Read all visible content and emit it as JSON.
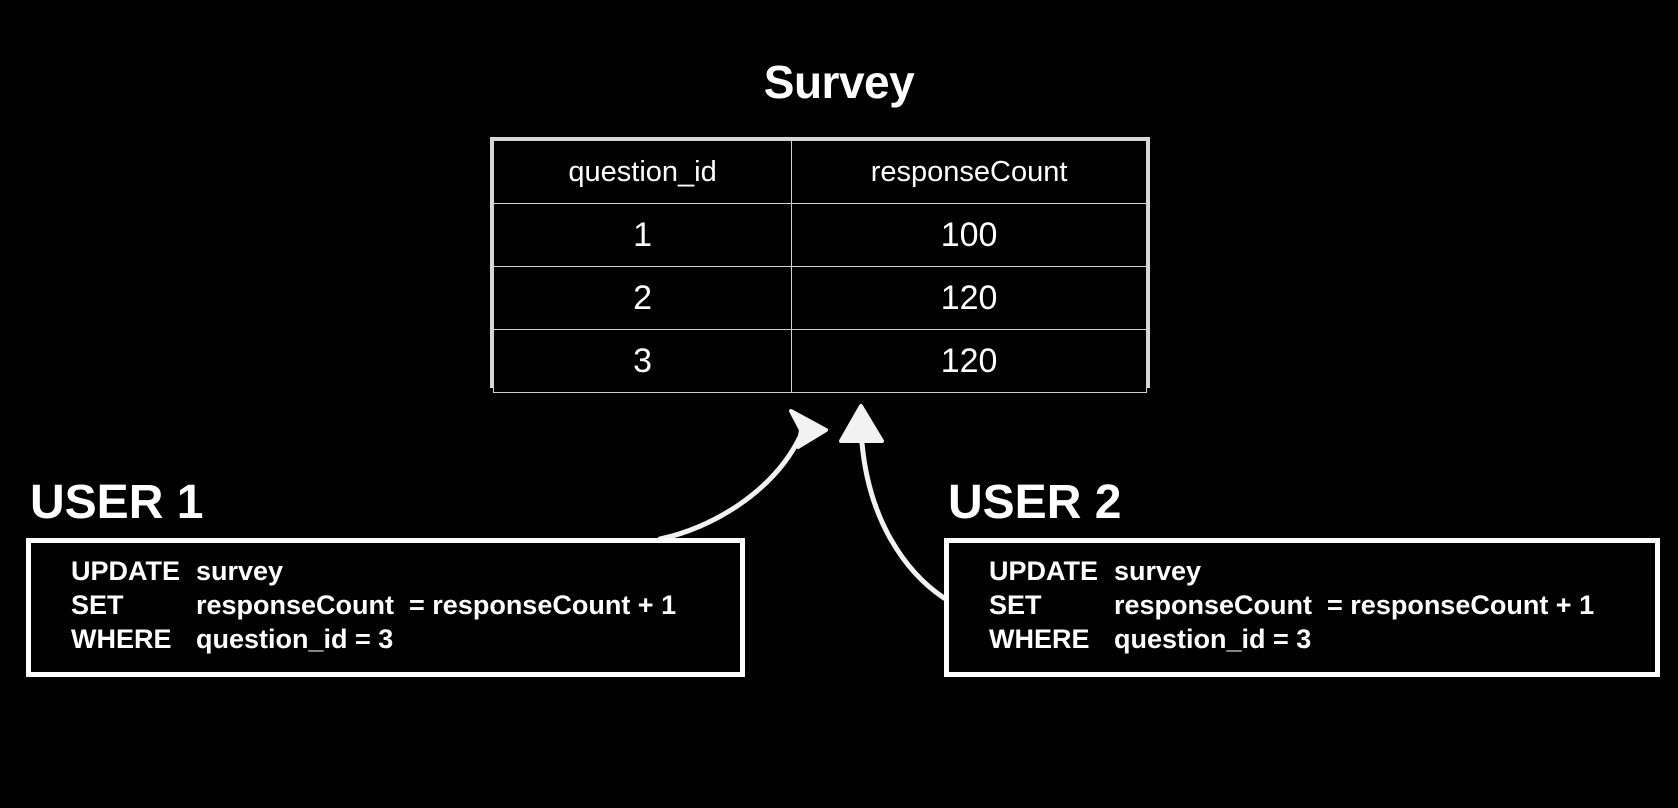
{
  "diagram": {
    "title": "Survey",
    "background_color": "#000000",
    "foreground_color": "#ffffff",
    "table_border_color": "#d8d8d8"
  },
  "survey_table": {
    "name": "Survey",
    "columns": [
      "question_id",
      "responseCount"
    ],
    "rows": [
      {
        "question_id": "1",
        "responseCount": "100"
      },
      {
        "question_id": "2",
        "responseCount": "120"
      },
      {
        "question_id": "3",
        "responseCount": "120"
      }
    ]
  },
  "users": [
    {
      "label": "USER 1",
      "sql": {
        "line1_keyword": "UPDATE",
        "line1_rest": "survey",
        "line2_keyword": "SET",
        "line2_rest": "responseCount  = responseCount + 1",
        "line3_keyword": "WHERE",
        "line3_rest": "question_id = 3"
      }
    },
    {
      "label": "USER 2",
      "sql": {
        "line1_keyword": "UPDATE",
        "line1_rest": "survey",
        "line2_keyword": "SET",
        "line2_rest": "responseCount  = responseCount + 1",
        "line3_keyword": "WHERE",
        "line3_rest": "question_id = 3"
      }
    }
  ],
  "arrows": [
    {
      "name": "user1-to-table",
      "from": "USER 1",
      "to": "Survey"
    },
    {
      "name": "user2-to-table",
      "from": "USER 2",
      "to": "Survey"
    }
  ]
}
